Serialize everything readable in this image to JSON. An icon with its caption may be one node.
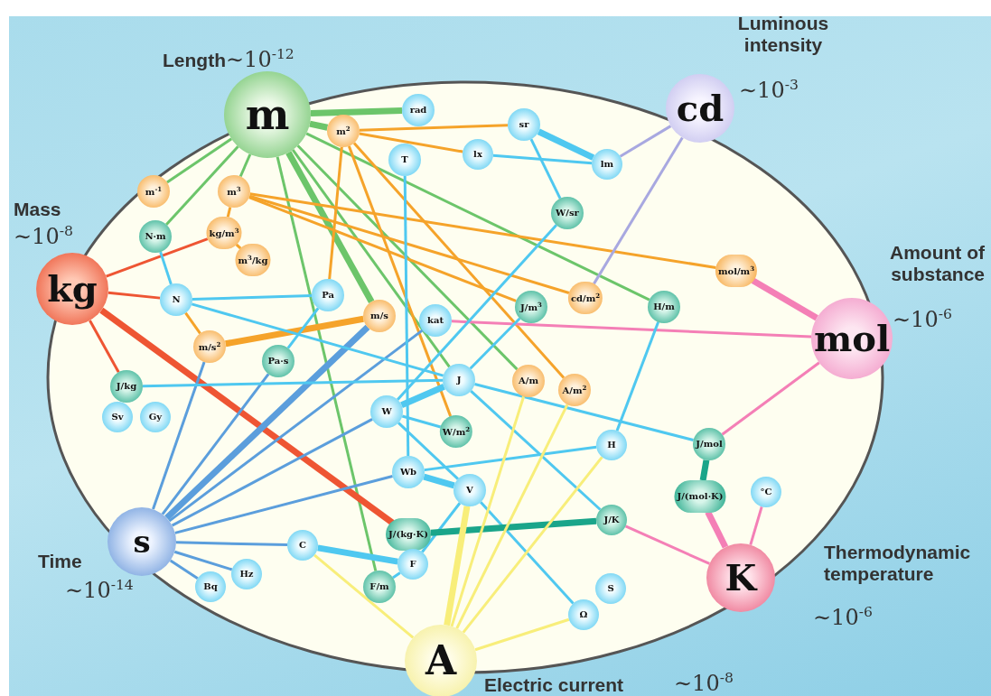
{
  "diagram": {
    "nodes": [
      {
        "text": [
          "m"
        ],
        "beside": [
          "Length",
          "∼10$^{-12}$"
        ]
      },
      {
        "text": [
          "cd"
        ],
        "beside": [
          "Luminous intensity",
          "∼10$^{-3}$"
        ]
      },
      {
        "text": [
          "kg"
        ],
        "beside": [
          "Mass",
          "∼10$^{-8}$"
        ]
      },
      {
        "text": [
          "mol"
        ],
        "beside": [
          "Amount of substance",
          "∼10$^{-6}$"
        ]
      },
      {
        "text": [
          "s"
        ],
        "beside": [
          "Time",
          "∼10$^{-14}$"
        ]
      },
      {
        "text": [
          "K"
        ],
        "beside": [
          "Thermodynamic temperature",
          "∼10$^{-6}$"
        ]
      },
      {
        "text": [
          "A"
        ],
        "beside": [
          "Electric current",
          "∼10$^{-8}$"
        ]
      },
      {
        "text": [
          "rad"
        ]
      },
      {
        "text": [
          "m$^{2}$"
        ]
      },
      {
        "text": [
          "sr"
        ]
      },
      {
        "text": [
          "lx"
        ]
      },
      {
        "text": [
          "lm"
        ]
      },
      {
        "text": [
          "T"
        ]
      },
      {
        "text": [
          "m$^{-1}$"
        ]
      },
      {
        "text": [
          "m$^{3}$"
        ]
      },
      {
        "text": [
          "W/sr"
        ]
      },
      {
        "text": [
          "N·m"
        ]
      },
      {
        "text": [
          "kg/m$^{3}$"
        ]
      },
      {
        "text": [
          "m$^{3}$/kg"
        ]
      },
      {
        "text": [
          "mol/m$^{3}$"
        ]
      },
      {
        "text": [
          "N"
        ]
      },
      {
        "text": [
          "Pa"
        ]
      },
      {
        "text": [
          "m/s"
        ]
      },
      {
        "text": [
          "kat"
        ]
      },
      {
        "text": [
          "J/m$^{3}$"
        ]
      },
      {
        "text": [
          "cd/m$^{2}$"
        ]
      },
      {
        "text": [
          "H/m"
        ]
      },
      {
        "text": [
          "m/s$^{2}$"
        ]
      },
      {
        "text": [
          "Pa·s"
        ]
      },
      {
        "text": [
          "J"
        ]
      },
      {
        "text": [
          "A/m"
        ]
      },
      {
        "text": [
          "A/m$^{2}$"
        ]
      },
      {
        "text": [
          "J/kg"
        ]
      },
      {
        "text": [
          "Sv"
        ]
      },
      {
        "text": [
          "Gy"
        ]
      },
      {
        "text": [
          "W"
        ]
      },
      {
        "text": [
          "W/m$^{2}$"
        ]
      },
      {
        "text": [
          "H"
        ]
      },
      {
        "text": [
          "J/mol"
        ]
      },
      {
        "text": [
          "Wb"
        ]
      },
      {
        "text": [
          "V"
        ]
      },
      {
        "text": [
          "J/(mol·K)"
        ]
      },
      {
        "text": [
          "°C"
        ]
      },
      {
        "text": [
          "J/(kg·K)"
        ]
      },
      {
        "text": [
          "J/K"
        ]
      },
      {
        "text": [
          "C"
        ]
      },
      {
        "text": [
          "F"
        ]
      },
      {
        "text": [
          "F/m"
        ]
      },
      {
        "text": [
          "Bq"
        ]
      },
      {
        "text": [
          "Hz"
        ]
      },
      {
        "text": [
          "S"
        ]
      },
      {
        "text": [
          "Ω"
        ]
      }
    ],
    "edges": [
      {
        "from": 0,
        "to": 7,
        "arrow": "none",
        "color": "#6cc56a",
        "style": "thick"
      },
      {
        "from": 0,
        "to": 8,
        "arrow": "none",
        "color": "#6cc56a",
        "style": "thick"
      },
      {
        "from": 0,
        "to": 13,
        "arrow": "none",
        "color": "#6cc56a"
      },
      {
        "from": 0,
        "to": 16,
        "arrow": "none",
        "color": "#6cc56a"
      },
      {
        "from": 0,
        "to": 14,
        "arrow": "none",
        "color": "#6cc56a"
      },
      {
        "from": 0,
        "to": 47,
        "arrow": "none",
        "color": "#6cc56a"
      },
      {
        "from": 0,
        "to": 22,
        "arrow": "none",
        "color": "#6cc56a",
        "style": "thick"
      },
      {
        "from": 0,
        "to": 29,
        "arrow": "none",
        "color": "#6cc56a"
      },
      {
        "from": 0,
        "to": 30,
        "arrow": "none",
        "color": "#6cc56a"
      },
      {
        "from": 0,
        "to": 26,
        "arrow": "none",
        "color": "#6cc56a"
      },
      {
        "from": 8,
        "to": 9,
        "arrow": "none",
        "color": "#f5a32a"
      },
      {
        "from": 8,
        "to": 10,
        "arrow": "none",
        "color": "#f5a32a"
      },
      {
        "from": 8,
        "to": 21,
        "arrow": "none",
        "color": "#f5a32a"
      },
      {
        "from": 14,
        "to": 25,
        "arrow": "none",
        "color": "#f5a32a"
      },
      {
        "from": 8,
        "to": 31,
        "arrow": "none",
        "color": "#f5a32a"
      },
      {
        "from": 8,
        "to": 36,
        "arrow": "none",
        "color": "#f5a32a"
      },
      {
        "from": 14,
        "to": 19,
        "arrow": "none",
        "color": "#f5a32a"
      },
      {
        "from": 14,
        "to": 17,
        "arrow": "none",
        "color": "#f5a32a"
      },
      {
        "from": 14,
        "to": 24,
        "arrow": "none",
        "color": "#f5a32a"
      },
      {
        "from": 27,
        "to": 20,
        "arrow": "none",
        "color": "#f5a32a"
      },
      {
        "from": 27,
        "to": 22,
        "arrow": "none",
        "color": "#f5a32a",
        "style": "thick"
      },
      {
        "from": 17,
        "to": 18,
        "arrow": "none",
        "color": "#f5a32a"
      },
      {
        "from": 2,
        "to": 17,
        "arrow": "none",
        "color": "#ee5533"
      },
      {
        "from": 2,
        "to": 20,
        "arrow": "none",
        "color": "#ee5533"
      },
      {
        "from": 2,
        "to": 32,
        "arrow": "none",
        "color": "#ee5533"
      },
      {
        "from": 2,
        "to": 43,
        "arrow": "none",
        "color": "#ee5533",
        "style": "thick"
      },
      {
        "from": 1,
        "to": 11,
        "arrow": "none",
        "color": "#a8a8e0"
      },
      {
        "from": 1,
        "to": 25,
        "arrow": "none",
        "color": "#a8a8e0"
      },
      {
        "from": 3,
        "to": 19,
        "arrow": "none",
        "color": "#f47fb6",
        "style": "thick"
      },
      {
        "from": 3,
        "to": 23,
        "arrow": "none",
        "color": "#f47fb6"
      },
      {
        "from": 3,
        "to": 38,
        "arrow": "none",
        "color": "#f47fb6"
      },
      {
        "from": 5,
        "to": 41,
        "arrow": "none",
        "color": "#f47fb6",
        "style": "thick"
      },
      {
        "from": 5,
        "to": 42,
        "arrow": "none",
        "color": "#f47fb6"
      },
      {
        "from": 5,
        "to": 44,
        "arrow": "none",
        "color": "#f47fb6"
      },
      {
        "from": 4,
        "to": 27,
        "arrow": "none",
        "color": "#5b9edc"
      },
      {
        "from": 4,
        "to": 28,
        "arrow": "none",
        "color": "#5b9edc"
      },
      {
        "from": 4,
        "to": 22,
        "arrow": "none",
        "color": "#5b9edc",
        "style": "thick"
      },
      {
        "from": 4,
        "to": 23,
        "arrow": "none",
        "color": "#5b9edc"
      },
      {
        "from": 4,
        "to": 35,
        "arrow": "none",
        "color": "#5b9edc"
      },
      {
        "from": 4,
        "to": 39,
        "arrow": "none",
        "color": "#5b9edc"
      },
      {
        "from": 4,
        "to": 45,
        "arrow": "none",
        "color": "#5b9edc"
      },
      {
        "from": 4,
        "to": 49,
        "arrow": "none",
        "color": "#5b9edc"
      },
      {
        "from": 4,
        "to": 48,
        "arrow": "none",
        "color": "#5b9edc"
      },
      {
        "from": 20,
        "to": 16,
        "arrow": "none"
      },
      {
        "from": 20,
        "to": 21,
        "arrow": "none"
      },
      {
        "from": 20,
        "to": 29,
        "arrow": "none"
      },
      {
        "from": 21,
        "to": 28,
        "arrow": "none"
      },
      {
        "from": 29,
        "to": 32,
        "arrow": "none"
      },
      {
        "from": 29,
        "to": 35,
        "arrow": "none",
        "style": "thick"
      },
      {
        "from": 29,
        "to": 38,
        "arrow": "none"
      },
      {
        "from": 29,
        "to": 44,
        "arrow": "none"
      },
      {
        "from": 29,
        "to": 24,
        "arrow": "none"
      },
      {
        "from": 15,
        "to": 9,
        "arrow": "none"
      },
      {
        "from": 15,
        "to": 35,
        "arrow": "none"
      },
      {
        "from": 9,
        "to": 11,
        "arrow": "none",
        "style": "thick"
      },
      {
        "from": 10,
        "to": 11,
        "arrow": "none"
      },
      {
        "from": 12,
        "to": 39,
        "arrow": "none"
      },
      {
        "from": 35,
        "to": 40,
        "arrow": "none"
      },
      {
        "from": 35,
        "to": 36,
        "arrow": "none"
      },
      {
        "from": 39,
        "to": 37,
        "arrow": "none"
      },
      {
        "from": 39,
        "to": 40,
        "arrow": "none",
        "style": "thick"
      },
      {
        "from": 40,
        "to": 51,
        "arrow": "none"
      },
      {
        "from": 40,
        "to": 46,
        "arrow": "none"
      },
      {
        "from": 45,
        "to": 46,
        "arrow": "none",
        "style": "thick"
      },
      {
        "from": 46,
        "to": 47,
        "arrow": "none"
      },
      {
        "from": 37,
        "to": 26,
        "arrow": "none"
      },
      {
        "from": 38,
        "to": 41,
        "arrow": "none",
        "color": "#1aa58a",
        "style": "thick"
      },
      {
        "from": 44,
        "to": 43,
        "arrow": "none",
        "color": "#1aa58a",
        "style": "thick"
      },
      {
        "from": 6,
        "to": 45,
        "arrow": "none",
        "color": "#f8ee7a"
      },
      {
        "from": 6,
        "to": 40,
        "arrow": "none",
        "color": "#f8ee7a",
        "style": "thick"
      },
      {
        "from": 6,
        "to": 30,
        "arrow": "none",
        "color": "#f8ee7a"
      },
      {
        "from": 6,
        "to": 31,
        "arrow": "none",
        "color": "#f8ee7a"
      },
      {
        "from": 6,
        "to": 37,
        "arrow": "none",
        "color": "#f8ee7a"
      },
      {
        "from": 6,
        "to": 51,
        "arrow": "none",
        "color": "#f8ee7a"
      }
    ]
  }
}
